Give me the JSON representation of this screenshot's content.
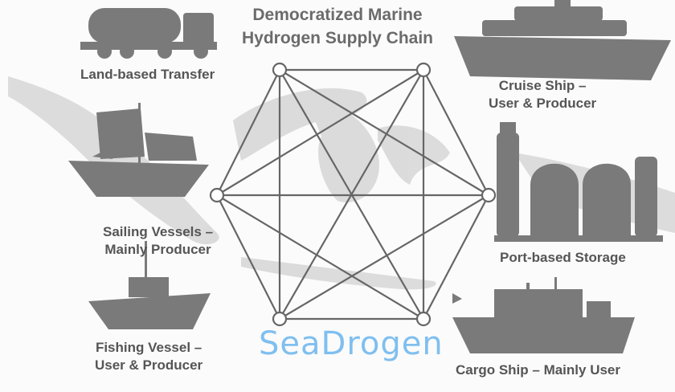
{
  "title": {
    "line1": "Democratized Marine",
    "line2": "Hydrogen Supply Chain"
  },
  "nodes": [
    {
      "id": "land",
      "label1": "Land-based Transfer",
      "label2": "",
      "icon": "tanker-truck-icon"
    },
    {
      "id": "cruise",
      "label1": "Cruise Ship –",
      "label2": "User & Producer",
      "icon": "cruise-ship-icon"
    },
    {
      "id": "sailing",
      "label1": "Sailing Vessels –",
      "label2": "Mainly Producer",
      "icon": "sailing-ship-icon"
    },
    {
      "id": "storage",
      "label1": "Port-based Storage",
      "label2": "",
      "icon": "storage-tank-icon"
    },
    {
      "id": "fishing",
      "label1": "Fishing Vessel –",
      "label2": "User &  Producer",
      "icon": "fishing-boat-icon"
    },
    {
      "id": "cargo",
      "label1": "Cargo Ship –  Mainly User",
      "label2": "",
      "icon": "cargo-ship-icon"
    }
  ],
  "logo": {
    "text": "SeaDrogen",
    "color": "#7fbfef"
  },
  "colors": {
    "text": "#555555",
    "network": "#6a6a6a",
    "icons": "#7a7a7a",
    "map": "#cfcfcf"
  }
}
